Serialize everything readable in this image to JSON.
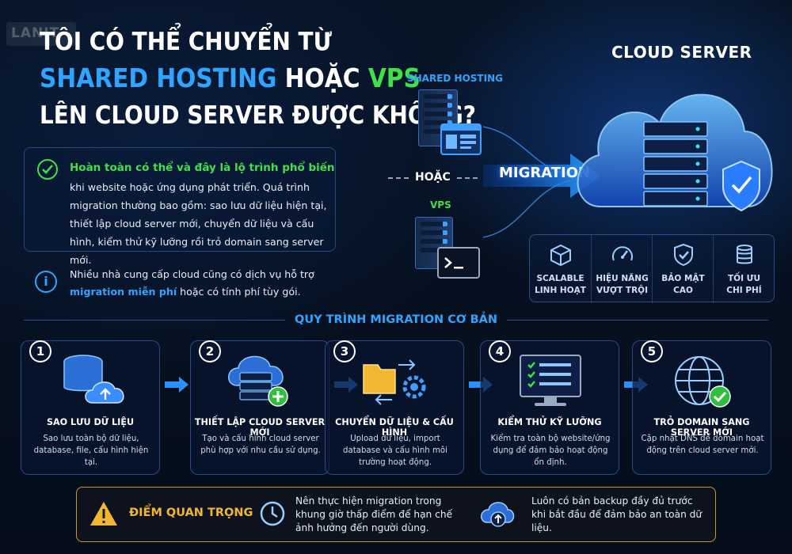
{
  "logo": "LANIT",
  "title": {
    "line1": "TÔI CÓ THỂ CHUYỂN TỪ",
    "line2_a": "SHARED HOSTING",
    "line2_b": " HOẶC ",
    "line2_c": "VPS",
    "line3": "LÊN CLOUD SERVER ĐƯỢC KHÔNG?"
  },
  "info": {
    "head": "Hoàn toàn có thể và đây là lộ trình phổ biến",
    "body": "khi website hoặc ứng dụng phát triển. Quá trình migration thường bao gồm: sao lưu dữ liệu hiện tại, thiết lập cloud server mới, chuyển dữ liệu và cấu hình, kiểm thử kỹ lưỡng rồi trỏ domain sang server mới."
  },
  "info2": {
    "a": "Nhiều nhà cung cấp cloud cũng có dịch vụ hỗ trợ",
    "b": "migration miễn phí",
    "c": " hoặc có tính phí tùy gói."
  },
  "diagram": {
    "shared": "SHARED HOSTING",
    "or": "HOẶC",
    "vps": "VPS",
    "migration": "MIGRATION",
    "cloud": "CLOUD SERVER"
  },
  "features": [
    {
      "l1": "SCALABLE",
      "l2": "LINH HOẠT",
      "icon": "cube-icon"
    },
    {
      "l1": "HIỆU NĂNG",
      "l2": "VƯỢT TRỘI",
      "icon": "speedometer-icon"
    },
    {
      "l1": "BẢO MẬT",
      "l2": "CAO",
      "icon": "shield-icon"
    },
    {
      "l1": "TỐI ƯU",
      "l2": "CHI PHÍ",
      "icon": "coins-icon"
    }
  ],
  "process_title": "QUY TRÌNH MIGRATION CƠ BẢN",
  "steps": [
    {
      "n": "1",
      "title": "SAO LƯU DỮ LIỆU",
      "desc": "Sao lưu toàn bộ dữ liệu, database, file, cấu hình hiện tại."
    },
    {
      "n": "2",
      "title": "THIẾT LẬP CLOUD SERVER MỚI",
      "desc": "Tạo và cấu hình cloud server phù hợp với nhu cầu sử dụng."
    },
    {
      "n": "3",
      "title": "CHUYỂN DỮ LIỆU & CẤU HÌNH",
      "desc": "Upload dữ liệu, import database và cấu hình môi trường hoạt động."
    },
    {
      "n": "4",
      "title": "KIỂM THỬ KỸ LƯỠNG",
      "desc": "Kiểm tra toàn bộ website/ứng dụng để đảm bảo hoạt động ổn định."
    },
    {
      "n": "5",
      "title": "TRỎ DOMAIN SANG SERVER MỚI",
      "desc": "Cập nhật DNS để domain hoạt động trên cloud server mới."
    }
  ],
  "important": {
    "title": "ĐIỂM QUAN TRỌNG",
    "tip1": "Nên thực hiện migration trong khung giờ thấp điểm để hạn chế ảnh hưởng đến người dùng.",
    "tip2": "Luôn có bản backup đầy đủ trước khi bắt đầu để đảm bảo an toàn dữ liệu."
  },
  "colors": {
    "accent": "#2fa5ff",
    "green": "#3fe04a",
    "warning": "#f2b731",
    "background": "#06101f"
  }
}
